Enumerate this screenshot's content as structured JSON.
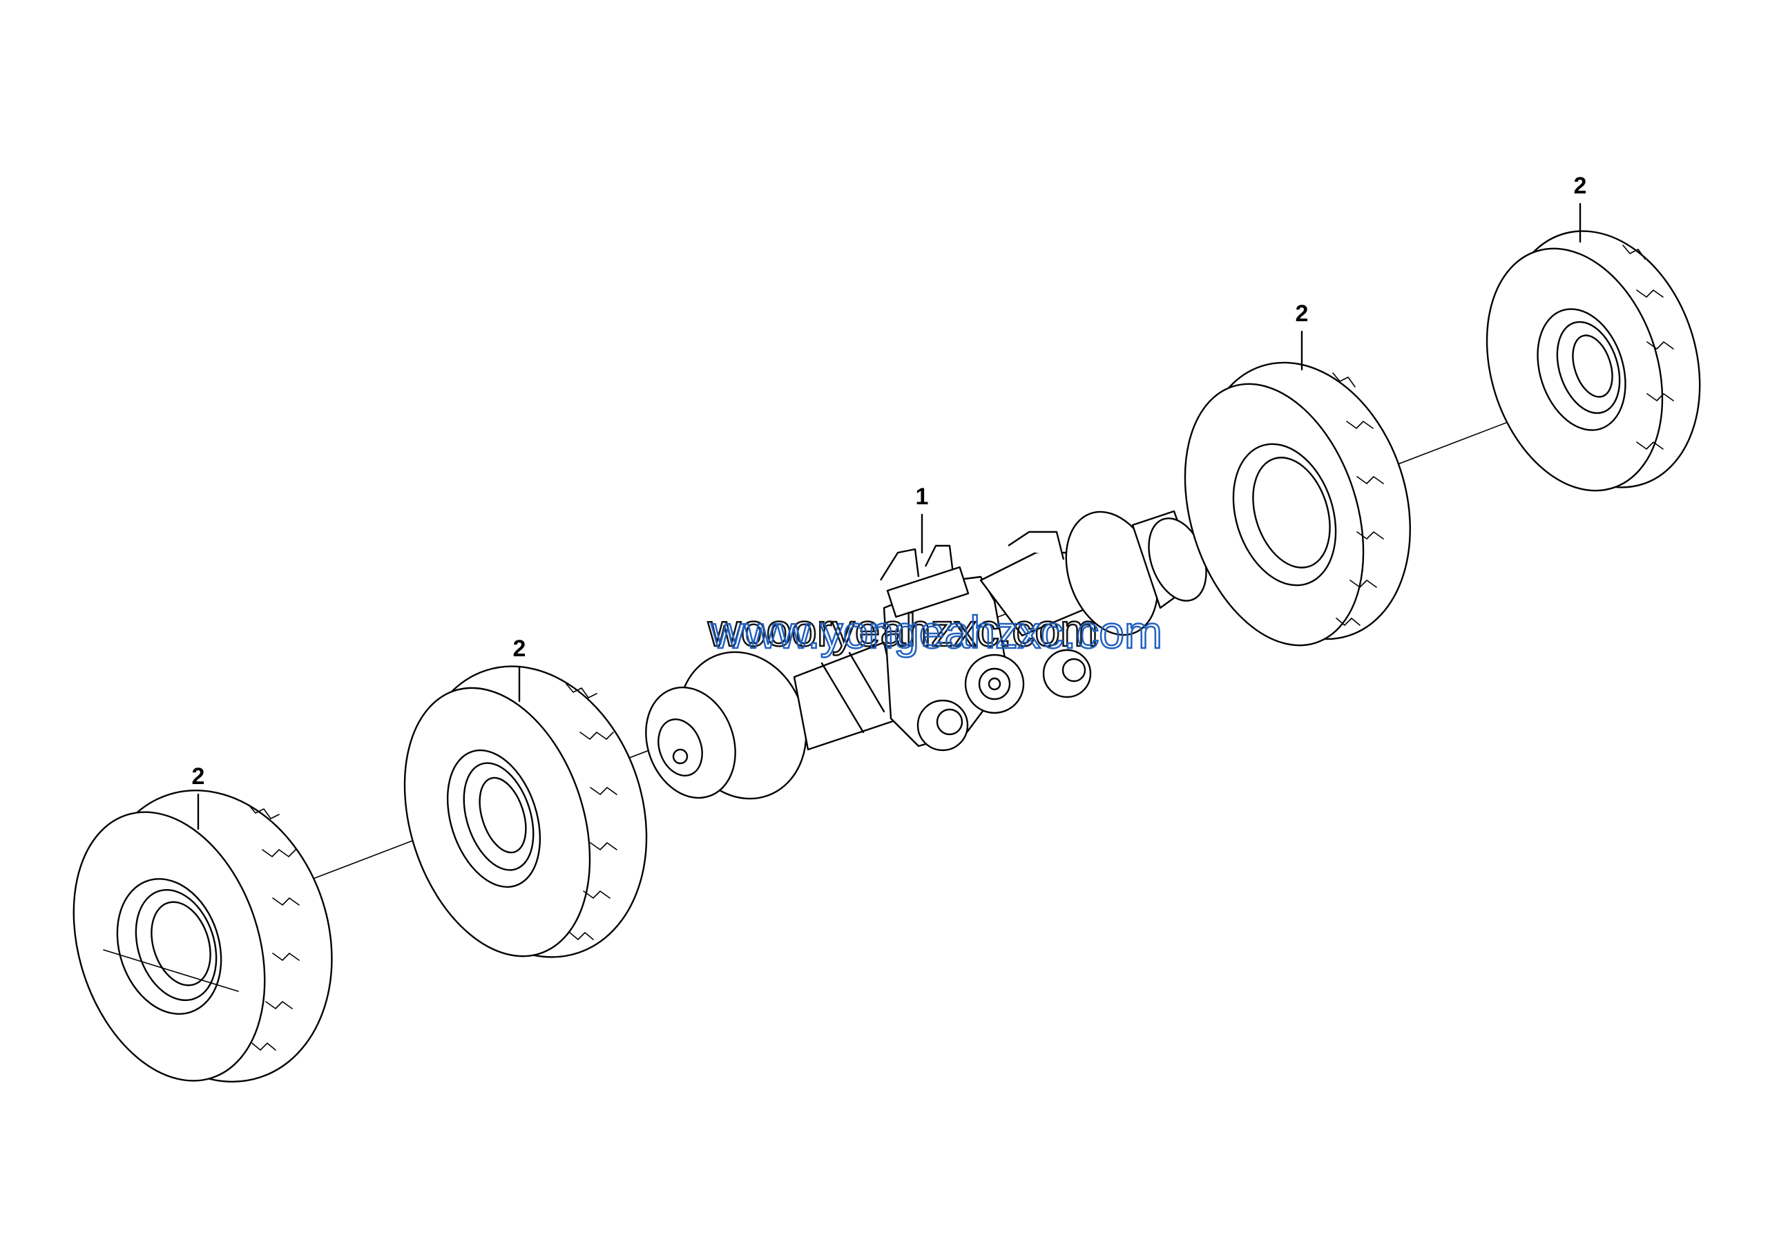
{
  "diagram": {
    "callouts": [
      {
        "id": "axle",
        "label": "1"
      },
      {
        "id": "tire-front-left-outer",
        "label": "2"
      },
      {
        "id": "tire-front-left-inner",
        "label": "2"
      },
      {
        "id": "tire-right-inner",
        "label": "2"
      },
      {
        "id": "tire-right-outer",
        "label": "2"
      }
    ],
    "watermark": {
      "text_back": "woooryeahzxc.com",
      "text_front": "www.yongeahzxc.com",
      "color_back": "#111111",
      "color_front": "#1f5fbf"
    }
  },
  "colors": {
    "line": "#000000",
    "background": "#ffffff"
  }
}
